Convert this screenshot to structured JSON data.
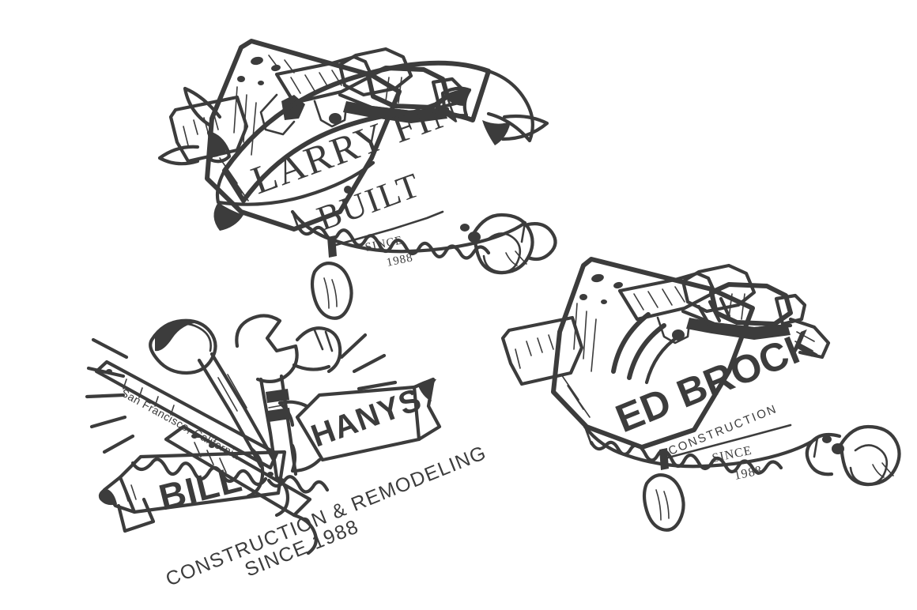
{
  "meta": {
    "artwork_type": "vintage hand-drawn construction company logo badge set",
    "ink_color": "#3c3c3c",
    "background_color": "#ffffff",
    "badge_count": 3
  },
  "badges": [
    {
      "id": "larry-fin-built",
      "position": "top-center",
      "name_line": "LARRY FIN",
      "secondary_line": "BUILT",
      "separator": "diamond-dot",
      "since_label": "SINCE",
      "since_year": "1988",
      "ribbon_style": "arched-banner",
      "tools": [
        "handsaw",
        "hammer",
        "ruler",
        "wood-plank",
        "nail"
      ],
      "fonts": {
        "name": "serif-caps",
        "secondary": "serif-caps",
        "since": "serif-small-caps"
      }
    },
    {
      "id": "bill-hanys",
      "position": "bottom-left",
      "name_line": "BILL",
      "secondary_line": "HANYS",
      "location_line": "San Francisco, California",
      "tagline_line_1": "CONSTRUCTION & REMODELING",
      "tagline_line_2": "SINCE 1988",
      "ribbon_style": "twin-pennant-banners",
      "tools": [
        "hammer",
        "wrench",
        "handsaw",
        "ruler",
        "wood-planks",
        "mallet"
      ],
      "fonts": {
        "name": "sans-bold-caps",
        "secondary": "sans-bold-caps",
        "location": "sans-rounded",
        "tagline": "sans-caps-tracked"
      }
    },
    {
      "id": "ed-brock-construction",
      "position": "right",
      "name_line": "ED BROCK",
      "secondary_line": "CONSTRUCTION",
      "since_label": "SINCE",
      "since_year": "1988",
      "ribbon_style": "no-ribbon-plain-type",
      "tools": [
        "handsaw",
        "hammer",
        "ruler",
        "wood-plank",
        "nail",
        "swoosh-arcs",
        "speed-lines"
      ],
      "fonts": {
        "name": "sans-bold-caps",
        "secondary": "sans-caps-tracked",
        "since": "serif-small-caps"
      }
    }
  ]
}
